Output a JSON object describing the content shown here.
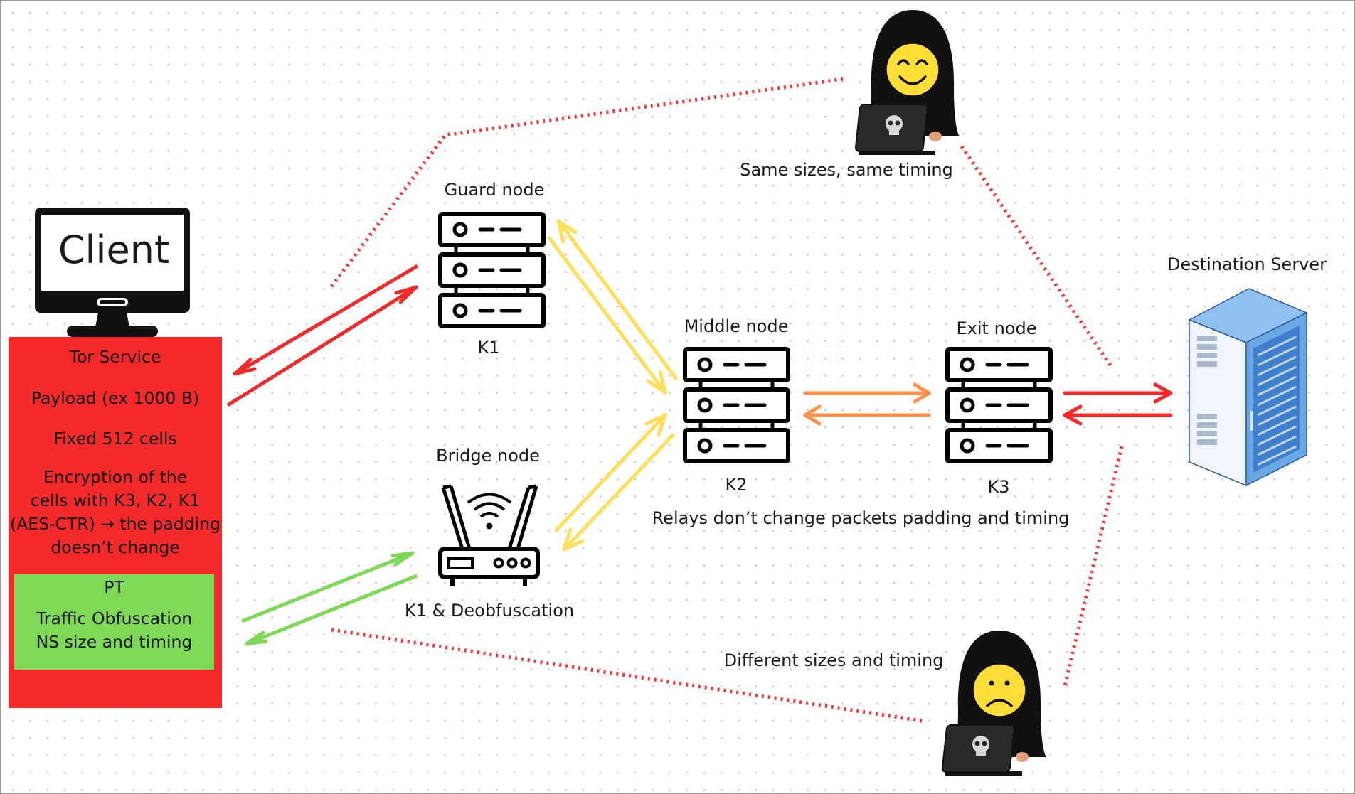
{
  "client": {
    "title": "Client",
    "tor_service": {
      "title": "Tor Service",
      "payload": "Payload (ex 1000 B)",
      "cells": "Fixed 512 cells",
      "encryption": [
        "Encryption of the",
        "cells with K3, K2, K1",
        "(AES-CTR) → the padding",
        "doesn’t change"
      ],
      "pt": {
        "title": "PT",
        "obfuscation": "Traffic Obfuscation",
        "size_timing": "NS size and timing"
      }
    }
  },
  "nodes": {
    "guard": {
      "label": "Guard node",
      "key": "K1"
    },
    "bridge": {
      "label": "Bridge node",
      "key": "K1 & Deobfuscation"
    },
    "middle": {
      "label": "Middle node",
      "key": "K2"
    },
    "exit": {
      "label": "Exit node",
      "key": "K3"
    }
  },
  "destination": {
    "label": "Destination Server"
  },
  "relays_note": "Relays don’t change packets padding and timing",
  "observers": {
    "happy": {
      "caption": "Same sizes, same timing"
    },
    "sad": {
      "caption": "Different sizes and timing"
    }
  },
  "colors": {
    "red": "#f42a2a",
    "green": "#7ed957",
    "yellow": "#ffde59",
    "orange": "#ff914d",
    "dotted": "#ff3131",
    "server_blue": "#6aa7e6"
  },
  "icons": [
    "monitor-icon",
    "server-rack-icon",
    "router-icon",
    "datacenter-server-icon",
    "hacker-happy-icon",
    "hacker-sad-icon",
    "laptop-skull-icon"
  ]
}
